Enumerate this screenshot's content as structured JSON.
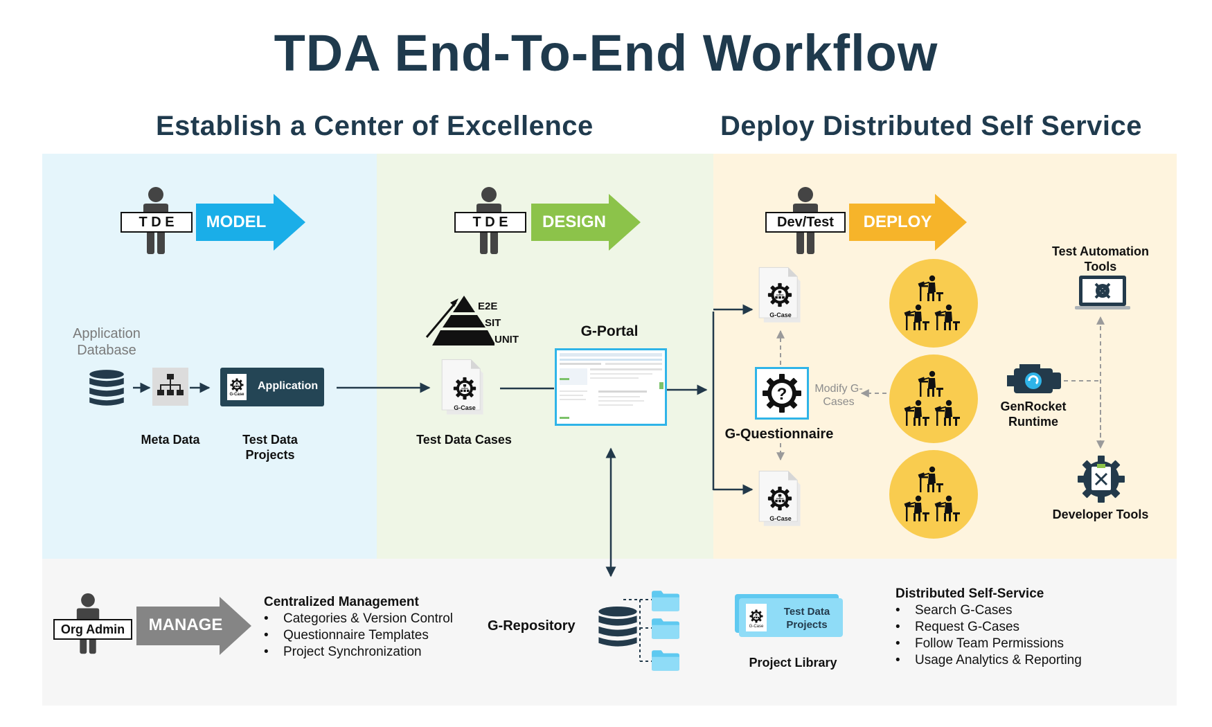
{
  "title": "TDA End-To-End Workflow",
  "sections": {
    "left": "Establish a Center of Excellence",
    "right": "Deploy Distributed Self Service"
  },
  "colors": {
    "title": "#1f3a4d",
    "panel_model": "#e5f5fb",
    "panel_design": "#eff6e6",
    "panel_deploy": "#fef4de",
    "model_arrow": "#1aaee8",
    "design_arrow": "#8cc34a",
    "deploy_arrow": "#f6b42a",
    "manage_arrow": "#858585",
    "circle": "#f9cc4f",
    "navy": "#22394a"
  },
  "model": {
    "person_tag": "T D E",
    "arrow_label": "MODEL",
    "app_db_label": "Application Database",
    "meta_data_label": "Meta Data",
    "app_box_label": "Application",
    "app_box_icon_text": "G-Case",
    "test_data_projects_label": "Test Data Projects"
  },
  "design": {
    "person_tag": "T D E",
    "arrow_label": "DESIGN",
    "pyramid_levels": [
      "E2E",
      "SIT",
      "UNIT"
    ],
    "gcase_icon_text": "G-Case",
    "test_data_cases_label": "Test Data Cases",
    "gportal_label": "G-Portal"
  },
  "deploy": {
    "person_tag": "Dev/Test",
    "arrow_label": "DEPLOY",
    "gcase_icon_text": "G-Case",
    "questionnaire_label": "G-Questionnaire",
    "modify_label": "Modify G-Cases",
    "test_automation_label": "Test Automation Tools",
    "genrocket_label": "GenRocket Runtime",
    "developer_tools_label": "Developer Tools"
  },
  "manage": {
    "person_tag": "Org Admin",
    "arrow_label": "MANAGE",
    "list_title": "Centralized Management",
    "list_items": [
      "Categories & Version Control",
      "Questionnaire Templates",
      "Project Synchronization"
    ],
    "repository_label": "G-Repository",
    "project_card_label": "Test Data Projects",
    "project_card_icon_text": "G-Case",
    "project_library_label": "Project Library",
    "self_service_title": "Distributed Self-Service",
    "self_service_items": [
      "Search G-Cases",
      "Request G-Cases",
      "Follow Team Permissions",
      "Usage Analytics & Reporting"
    ]
  }
}
